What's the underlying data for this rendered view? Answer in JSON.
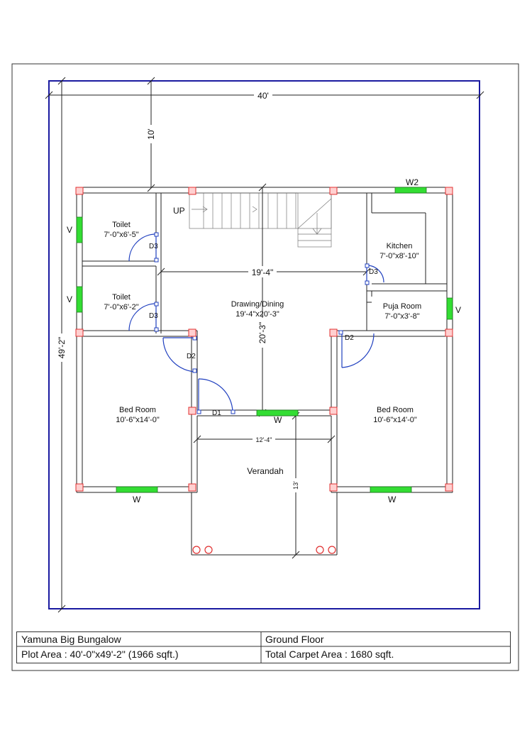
{
  "dimensions": {
    "plot_width": "40'",
    "plot_depth": "49'-2\"",
    "front_setback": "10'",
    "hall_width": "19'-4\"",
    "hall_depth": "20'-3\"",
    "verandah_width": "12'-4\"",
    "verandah_depth": "13'"
  },
  "rooms": {
    "toilet_1": {
      "name": "Toilet",
      "size": "7'-0\"x6'-5\""
    },
    "toilet_2": {
      "name": "Toilet",
      "size": "7'-0\"x6'-2\""
    },
    "kitchen": {
      "name": "Kitchen",
      "size": "7'-0\"x8'-10\""
    },
    "puja": {
      "name": "Puja Room",
      "size": "7'-0\"x3'-8\""
    },
    "hall": {
      "name": "Drawing/Dining",
      "size": "19'-4\"x20'-3\""
    },
    "bed_left": {
      "name": "Bed Room",
      "size": "10'-6\"x14'-0\""
    },
    "bed_right": {
      "name": "Bed Room",
      "size": "10'-6\"x14'-0\""
    },
    "verandah": {
      "name": "Verandah"
    }
  },
  "labels": {
    "stair_up": "UP",
    "door_d1": "D1",
    "door_d2": "D2",
    "door_d3": "D3",
    "window_w": "W",
    "window_w2": "W2",
    "vent_v": "V"
  },
  "title_block": {
    "project": "Yamuna Big Bungalow",
    "floor": "Ground Floor",
    "plot_area": "Plot Area : 40'-0\"x49'-2\" (1966 sqft.)",
    "carpet_area": "Total Carpet Area : 1680 sqft."
  },
  "colors": {
    "plot_boundary": "#1a1aa0",
    "door_swing": "#1f3fbf",
    "window": "#33dd33",
    "column": "#e03030"
  }
}
